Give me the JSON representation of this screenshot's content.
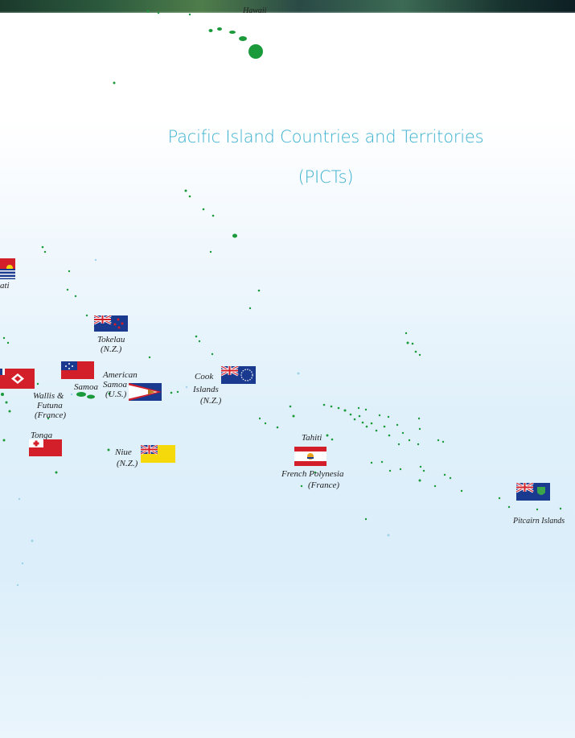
{
  "title": {
    "line1": "Pacific Island Countries and Territories",
    "line2": "(PICTs)"
  },
  "labels": {
    "hawaii": "Hawaii",
    "kiribati_partial": "ati",
    "tokelau": "Tokelau",
    "tokelau_status": "(N.Z.)",
    "samoa": "Samoa",
    "american_samoa_1": "American",
    "american_samoa_2": "Samoa",
    "american_samoa_status": "(U.S.)",
    "cook_1": "Cook",
    "cook_2": "Islands",
    "cook_status": "(N.Z.)",
    "wallis_1": "Wallis &",
    "wallis_2": "Futuna",
    "wallis_status": "(France)",
    "tonga": "Tonga",
    "niue": "Niue",
    "niue_status": "(N.Z.)",
    "tahiti": "Tahiti",
    "french_polynesia": "French Polynesia",
    "french_polynesia_status": "(France)",
    "pitcairn": "Pitcairn Islands"
  },
  "colors": {
    "title": "#3bb0cf",
    "island_green": "#1a9a3a",
    "label_text": "#222222",
    "flag_red": "#d31f2a",
    "flag_blue": "#1a3a8f",
    "flag_yellow": "#f5d90a"
  }
}
